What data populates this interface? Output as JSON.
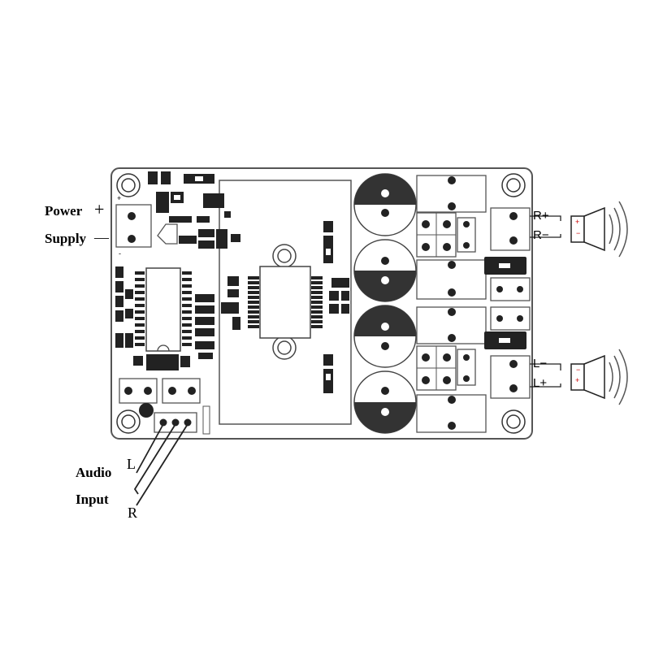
{
  "power": {
    "word1": "Power",
    "word2": "Supply",
    "plus": "+",
    "minus": "—",
    "board_plus": "+",
    "board_minus": "-"
  },
  "audio": {
    "word1": "Audio",
    "word2": "Input",
    "left": "L",
    "right": "R"
  },
  "speakers": {
    "right": {
      "pos": "R+",
      "neg": "R−",
      "plus": "+",
      "minus": "−"
    },
    "left": {
      "neg": "L−",
      "pos": "L+",
      "plus": "+",
      "minus": "−"
    }
  }
}
